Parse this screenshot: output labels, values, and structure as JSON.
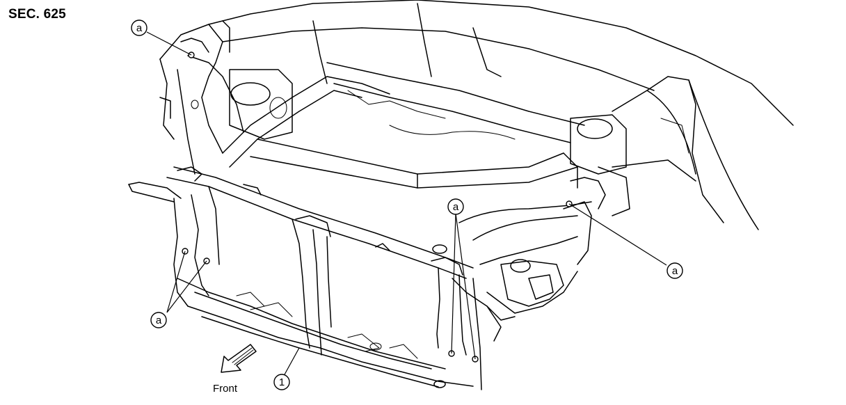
{
  "section": {
    "label": "SEC. 625"
  },
  "callouts": {
    "bolt_marker": "a",
    "part_marker": "1"
  },
  "direction": {
    "label": "Front"
  }
}
